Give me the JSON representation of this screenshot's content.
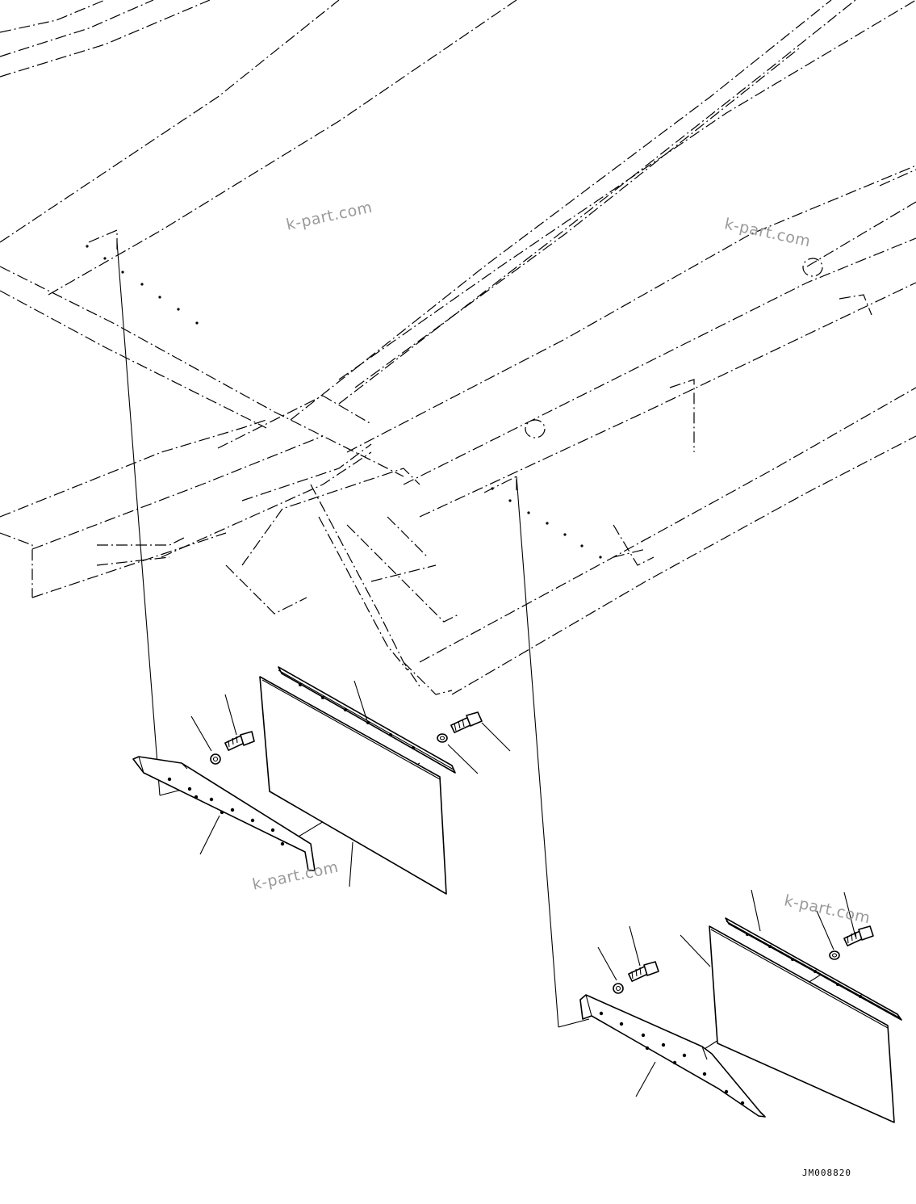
{
  "watermarks": [
    "k-part.com",
    "k-part.com",
    "k-part.com",
    "k-part.com"
  ],
  "drawing_code": "JM008820"
}
